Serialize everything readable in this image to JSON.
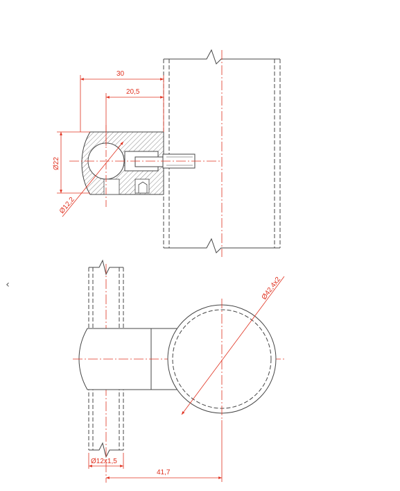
{
  "navigation": {
    "prev_icon": "‹"
  },
  "colors": {
    "outline": "#444444",
    "dimension": "#e0301e",
    "hatch": "#555555"
  },
  "dimensions": {
    "length_30": "30",
    "length_20_5": "20,5",
    "diameter_22": "Ø22",
    "diameter_12_2": "Ø12,2",
    "tube_42": "Ø42,4x2",
    "rod_12": "Ø12x1,5",
    "length_41_7": "41,7"
  }
}
